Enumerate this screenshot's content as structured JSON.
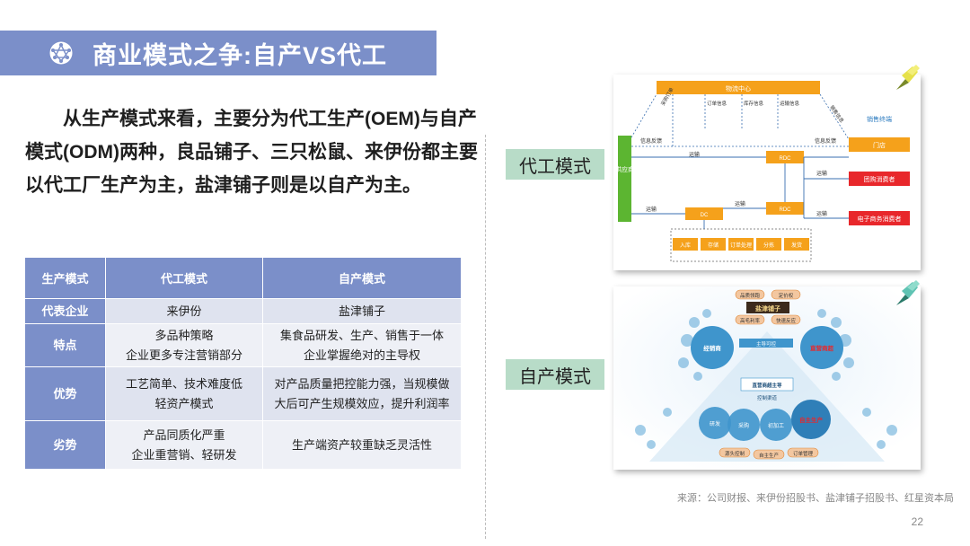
{
  "title": "商业模式之争:自产VS代工",
  "intro": "从生产模式来看，主要分为代工生产(OEM)与自产模式(ODM)两种，良品铺子、三只松鼠、来伊份都主要以代工厂生产为主，盐津铺子则是以自产为主。",
  "table": {
    "headers": [
      "生产模式",
      "代工模式",
      "自产模式"
    ],
    "rows": [
      {
        "label": "代表企业",
        "oem": [
          "来伊份"
        ],
        "odm": [
          "盐津铺子"
        ]
      },
      {
        "label": "特点",
        "oem": [
          "多品种策略",
          "企业更多专注营销部分"
        ],
        "odm": [
          "集食品研发、生产、销售于一体",
          "企业掌握绝对的主导权"
        ]
      },
      {
        "label": "优势",
        "oem": [
          "工艺简单、技术难度低",
          "轻资产模式"
        ],
        "odm": [
          "对产品质量把控能力强，当规模做",
          "大后可产生规模效应，提升利润率"
        ]
      },
      {
        "label": "劣势",
        "oem": [
          "产品同质化严重",
          "企业重营销、轻研发"
        ],
        "odm": [
          "生产端资产较重缺乏灵活性"
        ]
      }
    ]
  },
  "labels": {
    "oem_mode": "代工模式",
    "odm_mode": "自产模式"
  },
  "oem_diagram": {
    "logistics_center": "物流中心",
    "supplier": "供应商",
    "store": "门店",
    "group_consumer": "团购消费者",
    "ecommerce_consumer": "电子商务消费者",
    "sales_terminal": "销售终端",
    "rdc": "RDC",
    "dc": "DC",
    "info_feedback": "信息反馈",
    "purchase_order": "采购订单",
    "order_info": "订单信息",
    "stock_info": "库存信息",
    "transport_info": "运输信息",
    "sales_info": "销售信息",
    "transport": "运输",
    "flow": [
      "入库",
      "存储",
      "订单处理",
      "分拣",
      "发货"
    ]
  },
  "odm_diagram": {
    "brand": "盐津铺子",
    "top_tags": [
      "品质领跑",
      "定价权",
      "高毛利率",
      "快速反应"
    ],
    "hubs": [
      "经销商",
      "直营商超",
      "自主生产"
    ],
    "mid": [
      "主导可控",
      "直营商超主导",
      "控制渠道"
    ],
    "bottom": [
      "研发",
      "采购",
      "初加工"
    ],
    "bottom_tags": [
      "源头控制",
      "自主生产",
      "订单管理"
    ]
  },
  "source": "来源：公司财报、来伊份招股书、盐津铺子招股书、红星资本局",
  "page_number": "22",
  "colors": {
    "accent": "#7b8fc9",
    "label_bg": "#b8dcc8",
    "orange": "#f5a11b",
    "red": "#e8272b",
    "green": "#5cb531",
    "teal": "#4aa6b5"
  }
}
